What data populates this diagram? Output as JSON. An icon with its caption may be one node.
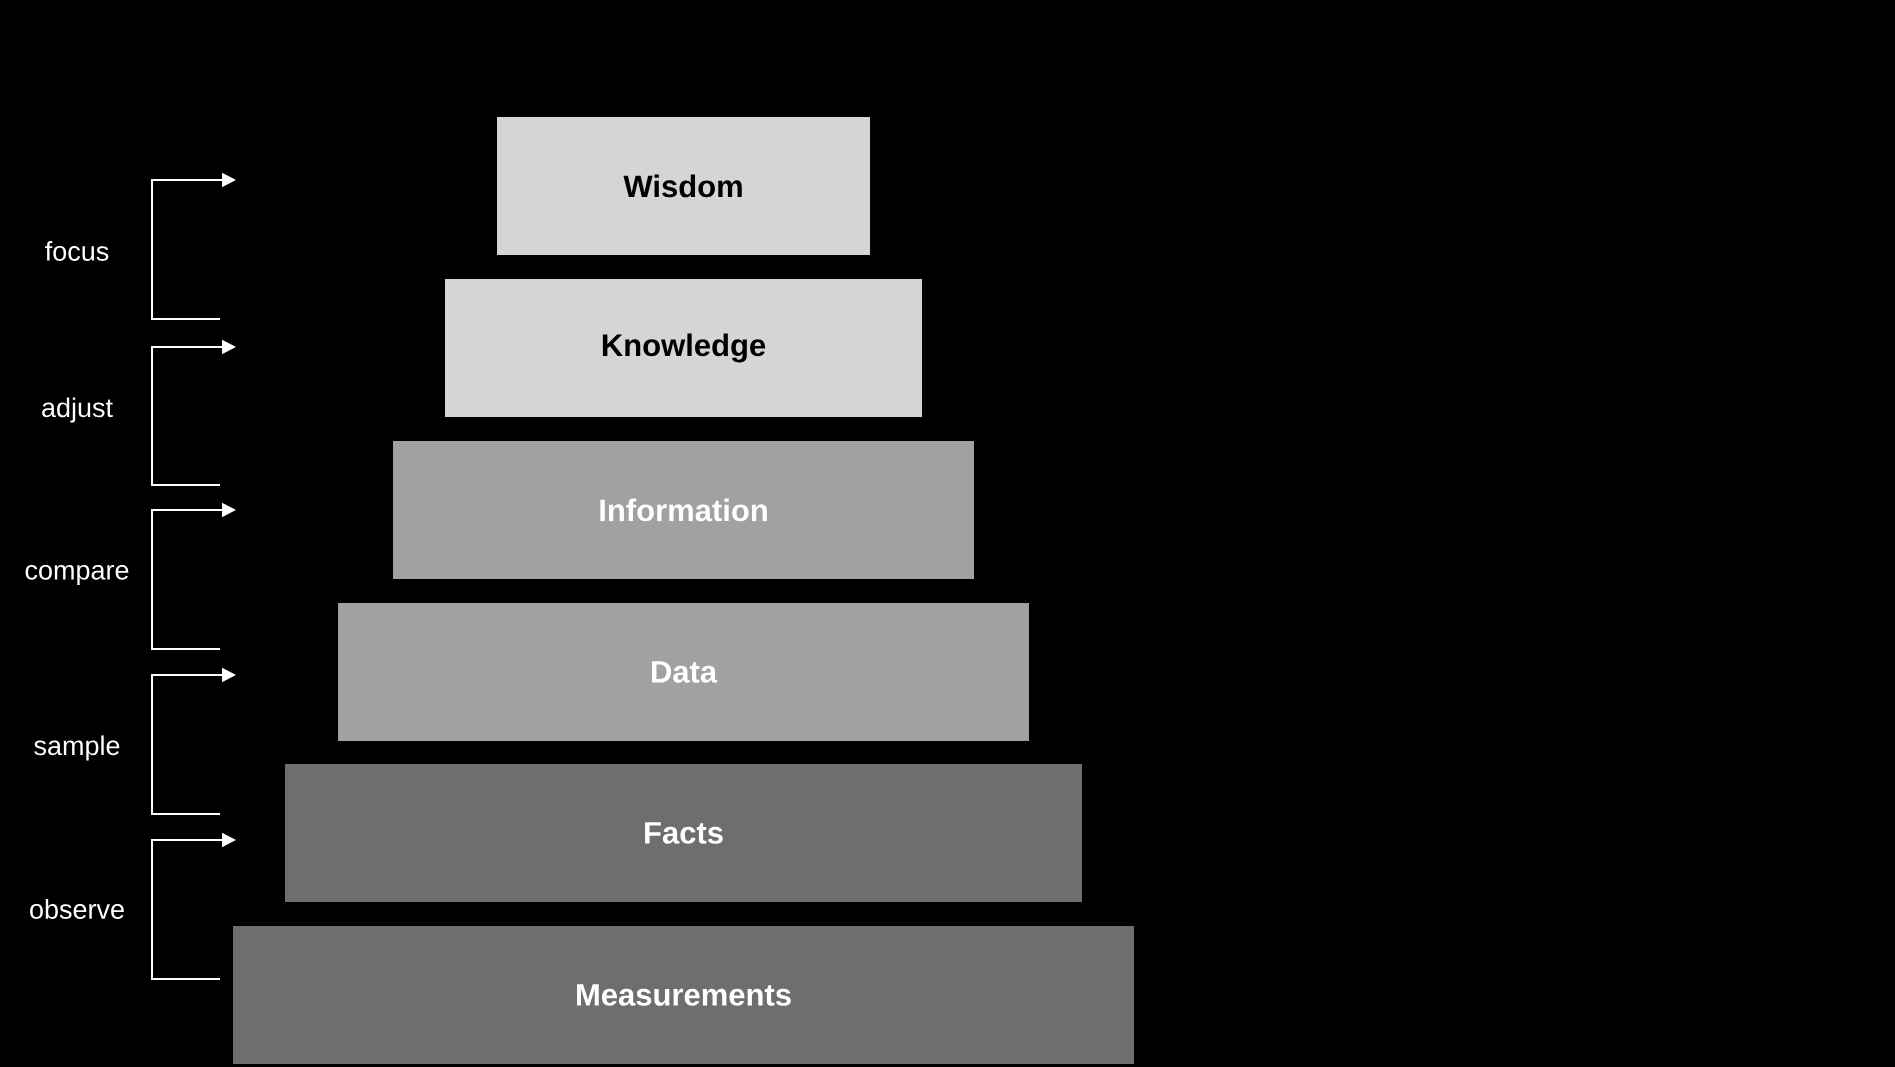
{
  "diagram": {
    "nodes": [
      {
        "text": [
          "Wisdom"
        ]
      },
      {
        "text": [
          "Knowledge"
        ]
      },
      {
        "text": [
          "Information"
        ]
      },
      {
        "text": [
          "Data"
        ]
      },
      {
        "text": [
          "Facts"
        ]
      },
      {
        "text": [
          "Measurements"
        ]
      }
    ],
    "labels": [
      "focus",
      "adjust",
      "compare",
      "sample",
      "observe"
    ]
  }
}
